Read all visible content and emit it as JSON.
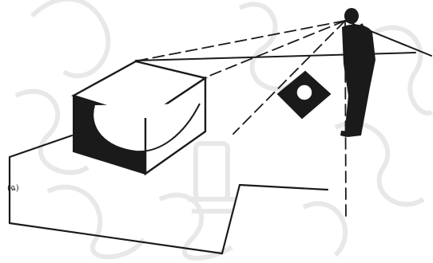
{
  "figure": {
    "caption": "(ฉ)",
    "colors": {
      "ink": "#1a1a1a",
      "watermark": "#e6e6e6",
      "background": "#ffffff"
    },
    "elements": [
      "watermark-pattern",
      "ground-plane",
      "large-box",
      "small-box",
      "observer",
      "sight-lines"
    ]
  }
}
